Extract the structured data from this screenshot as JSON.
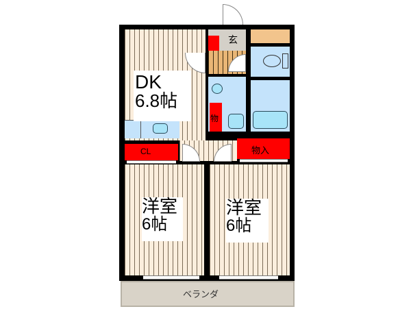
{
  "plan": {
    "rooms": {
      "dk": {
        "name": "DK",
        "size": "6.8帖"
      },
      "western_room_1": {
        "name": "洋室",
        "size": "6帖"
      },
      "western_room_2": {
        "name": "洋室",
        "size": "6帖"
      },
      "entrance": {
        "label": "玄"
      },
      "closet": {
        "label": "CL"
      },
      "storage_small": {
        "label": "物"
      },
      "storage": {
        "label": "物入"
      },
      "veranda": {
        "label": "ベランダ"
      }
    },
    "colors": {
      "wall": "#000000",
      "floor": "#fbeedd",
      "wood_floor": "#e9b676",
      "wet_area": "#c4e3fb",
      "storage": "#ff0000",
      "entrance": "#d4d0c8",
      "veranda": "#d9d3c8"
    }
  }
}
